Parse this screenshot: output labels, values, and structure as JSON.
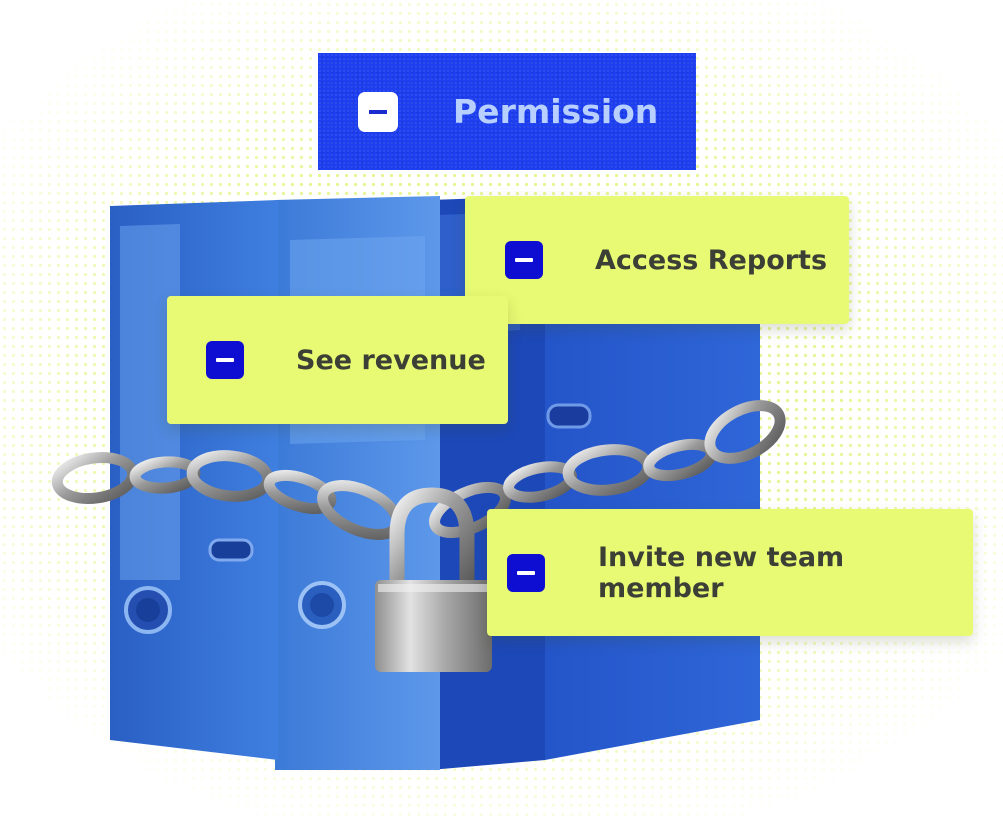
{
  "header": {
    "title": "Permission"
  },
  "permissions": [
    {
      "label": "Access Reports",
      "state": "minus"
    },
    {
      "label": "See revenue",
      "state": "minus"
    },
    {
      "label": "Invite new team member",
      "state": "minus"
    }
  ],
  "colors": {
    "card_background": "#e8f973",
    "checkbox": "#0d0ed2",
    "title_background": "#1e3ff0",
    "title_text": "#b7d0ff",
    "binder_blue": "#2c63c8"
  }
}
